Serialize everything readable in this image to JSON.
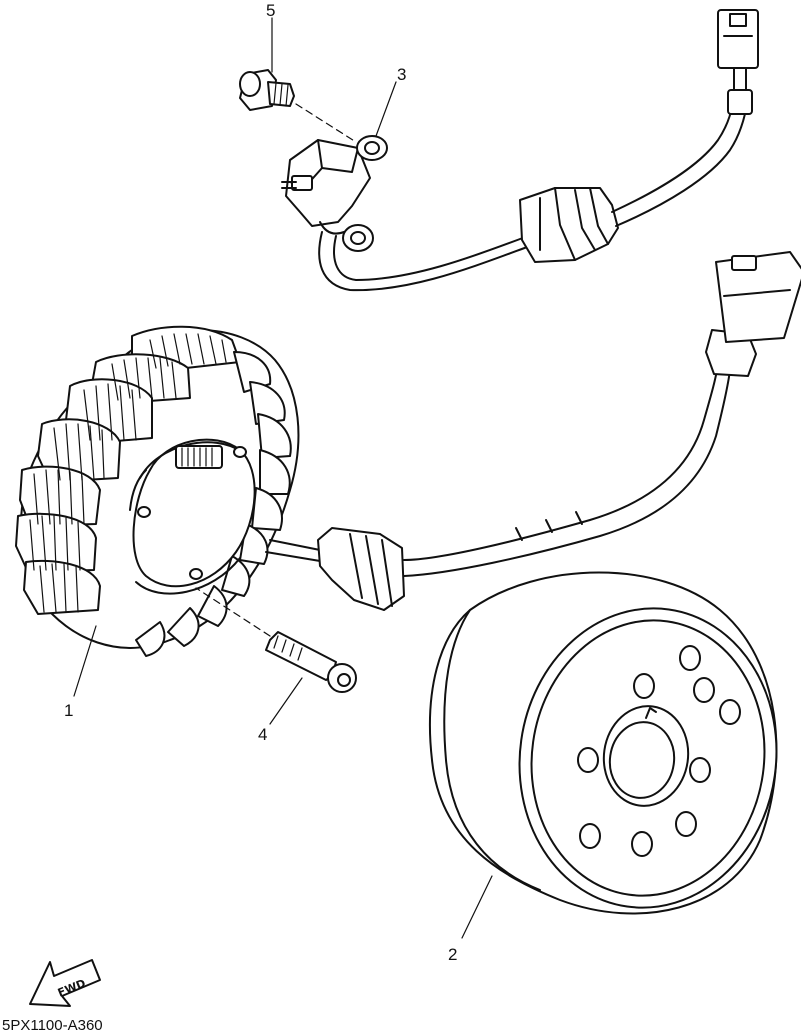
{
  "callouts": [
    {
      "id": "1",
      "label": "1"
    },
    {
      "id": "2",
      "label": "2"
    },
    {
      "id": "3",
      "label": "3"
    },
    {
      "id": "4",
      "label": "4"
    },
    {
      "id": "5",
      "label": "5"
    }
  ],
  "direction_badge": "FWD",
  "diagram_code": "5PX1100-A360",
  "icons": {
    "direction": "fwd-arrow-icon"
  }
}
